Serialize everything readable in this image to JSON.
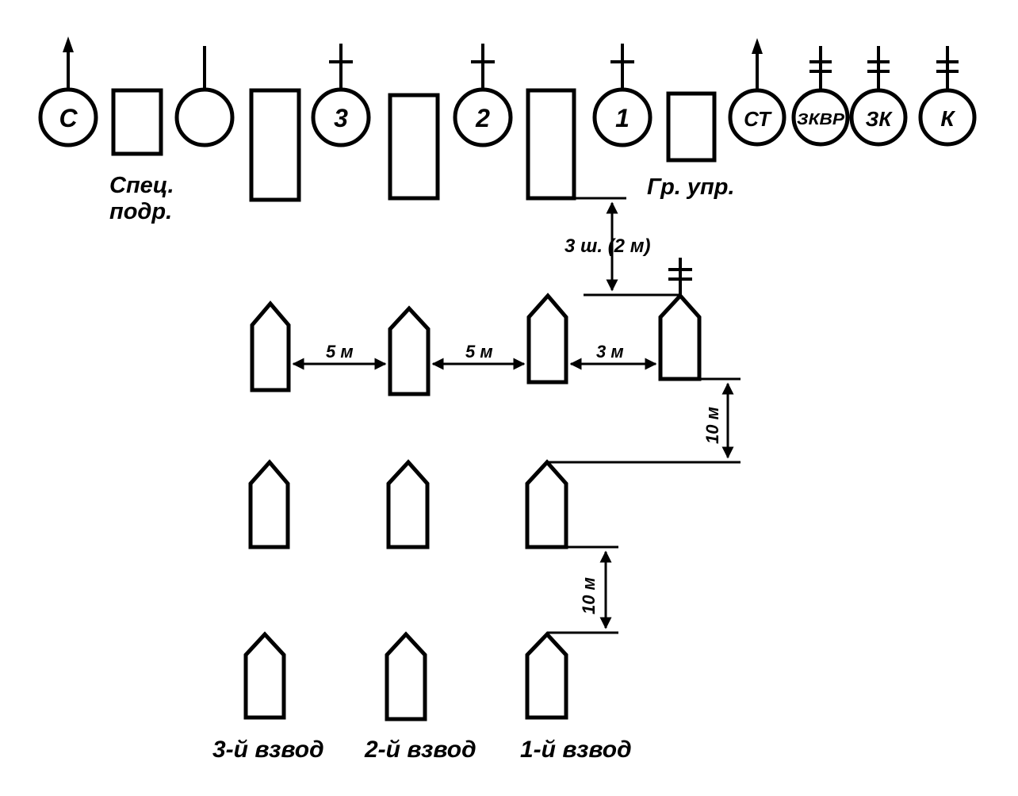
{
  "top_row": {
    "circles": [
      {
        "id": "s",
        "label": "С",
        "marker": "arrow"
      },
      {
        "id": "blank",
        "label": "",
        "marker": "stick"
      },
      {
        "id": "p3",
        "label": "3",
        "marker": "cross"
      },
      {
        "id": "p2",
        "label": "2",
        "marker": "cross"
      },
      {
        "id": "p1",
        "label": "1",
        "marker": "cross"
      },
      {
        "id": "st",
        "label": "СТ",
        "marker": "arrow"
      },
      {
        "id": "zkvr",
        "label": "ЗКВР",
        "marker": "double-cross"
      },
      {
        "id": "zk",
        "label": "ЗК",
        "marker": "double-cross"
      },
      {
        "id": "k",
        "label": "К",
        "marker": "double-cross"
      }
    ],
    "spec_label_1": "Спец.",
    "spec_label_2": "подр.",
    "gr_label": "Гр. упр."
  },
  "dimensions": {
    "gap_top": "3 ш. (2 м)",
    "gap_5m_a": "5 м",
    "gap_5m_b": "5 м",
    "gap_3m": "3 м",
    "gap_10m_a": "10 м",
    "gap_10m_b": "10 м"
  },
  "platoons": {
    "p3": "3-й взвод",
    "p2": "2-й взвод",
    "p1": "1-й взвод"
  }
}
